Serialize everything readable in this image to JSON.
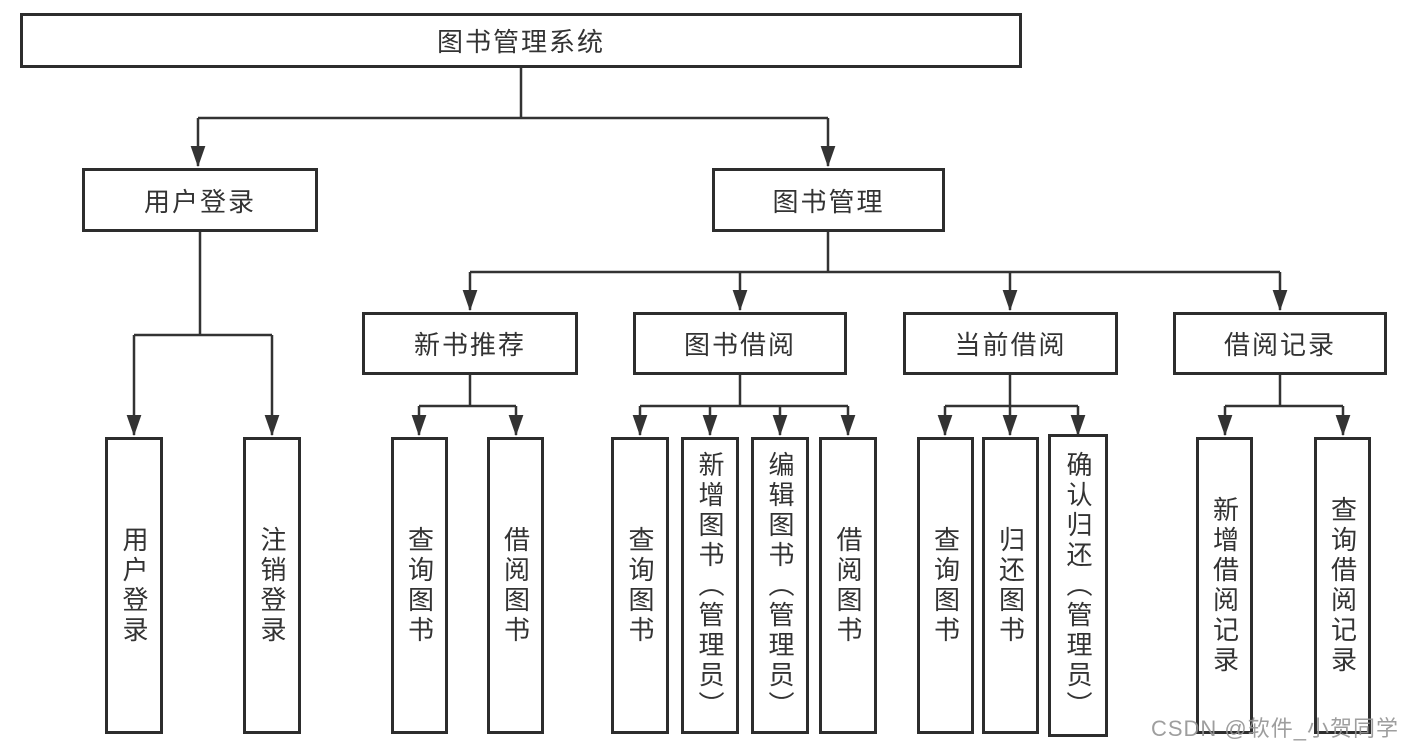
{
  "diagram_type": "tree",
  "colors": {
    "line": "#333333",
    "border": "#2d2d2d",
    "text": "#333333",
    "watermark": "#949494",
    "background": "#ffffff"
  },
  "tree": {
    "root": {
      "label": "图书管理系统",
      "children": [
        {
          "label": "用户登录",
          "children": [
            {
              "label": "用户登录"
            },
            {
              "label": "注销登录"
            }
          ]
        },
        {
          "label": "图书管理",
          "children": [
            {
              "label": "新书推荐",
              "children": [
                {
                  "label": "查询图书"
                },
                {
                  "label": "借阅图书"
                }
              ]
            },
            {
              "label": "图书借阅",
              "children": [
                {
                  "label": "查询图书"
                },
                {
                  "label": "新增图书（管理员）"
                },
                {
                  "label": "编辑图书（管理员）"
                },
                {
                  "label": "借阅图书"
                }
              ]
            },
            {
              "label": "当前借阅",
              "children": [
                {
                  "label": "查询图书"
                },
                {
                  "label": "归还图书"
                },
                {
                  "label": "确认归还（管理员）"
                }
              ]
            },
            {
              "label": "借阅记录",
              "children": [
                {
                  "label": "新增借阅记录"
                },
                {
                  "label": "查询借阅记录"
                }
              ]
            }
          ]
        }
      ]
    }
  },
  "watermark": {
    "text": "CSDN @软件_小贺同学"
  }
}
